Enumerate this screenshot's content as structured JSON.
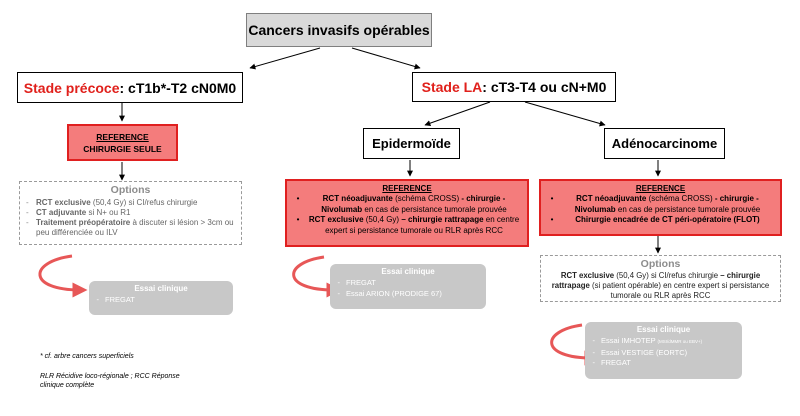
{
  "root": {
    "label": "Cancers invasifs opérables"
  },
  "early_stage": {
    "prefix": "Stade précoce",
    "rest": " : cT1b*-T2 cN0M0"
  },
  "la_stage": {
    "prefix": "Stade LA",
    "rest": " : cT3-T4 ou cN+M0"
  },
  "squamous": {
    "label": "Epidermoïde"
  },
  "adeno": {
    "label": "Adénocarcinome"
  },
  "early_reference": {
    "title": "REFERENCE",
    "text": "CHIRURGIE SEULE"
  },
  "early_options": {
    "title": "Options",
    "items": [
      {
        "bold": "RCT exclusive",
        "rest": " (50,4 Gy) si CI/refus chirurgie"
      },
      {
        "bold": "CT adjuvante",
        "rest": " si N+ ou R1"
      },
      {
        "bold": "Traitement préopératoire",
        "rest": " à discuter si lésion > 3cm ou peu différenciée ou ILV"
      }
    ]
  },
  "early_trial": {
    "title": "Essai clinique",
    "items": [
      "FREGAT"
    ]
  },
  "squamous_reference": {
    "title": "REFERENCE",
    "item1": {
      "b1": "RCT néoadjuvante",
      "t1": " (schéma CROSS) ",
      "b2": "- chirurgie - Nivolumab",
      "t2": " en cas de persistance tumorale prouvée"
    },
    "item2": {
      "b1": "RCT exclusive",
      "t1": " (50,4 Gy) ",
      "b2": "– chirurgie rattrapage",
      "t2": " en centre expert si persistance tumorale ou RLR après RCC"
    }
  },
  "squamous_trial": {
    "title": "Essai clinique",
    "items": [
      "FREGAT",
      "Essai ARION (PRODIGE 67)"
    ]
  },
  "adeno_reference": {
    "title": "REFERENCE",
    "item1": {
      "b1": "RCT néoadjuvante",
      "t1": " (schéma CROSS) ",
      "b2": "- chirurgie - Nivolumab",
      "t2": " en cas de persistance tumorale prouvée"
    },
    "item2": {
      "b1": "Chirurgie encadrée de CT péri-opératoire (FLOT)"
    }
  },
  "adeno_options": {
    "title": "Options",
    "b1": "RCT exclusive",
    "t1": " (50,4 Gy) si CI/refus chirurgie ",
    "b2": "– chirurgie rattrapage",
    "t2": " (si patient opérable) en centre expert si persistance tumorale ou RLR après RCC"
  },
  "adeno_trial": {
    "title": "Essai clinique",
    "items": [
      {
        "text": "Essai IMHOTEP ",
        "small": "(MSI/dMMR ou EBV+)"
      },
      {
        "text": "Essai VESTIGE (EORTC)",
        "small": ""
      },
      {
        "text": "FREGAT",
        "small": ""
      }
    ]
  },
  "footnotes": {
    "superficial": "* cf. arbre cancers superficiels",
    "abbrev": "RLR Récidive loco-régionale ; RCC Réponse clinique complète"
  },
  "colors": {
    "reference_fill": "#f47c7c",
    "reference_border": "#e02020",
    "stage_red": "#e0201b",
    "trial_fill": "#c8c8c8",
    "root_fill": "#d9d9d9"
  }
}
